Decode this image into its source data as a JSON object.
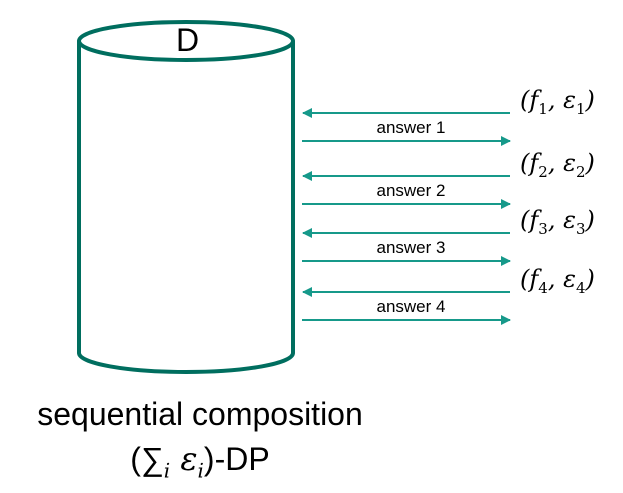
{
  "database_label": "D",
  "colors": {
    "cylinder": "#006e5f",
    "arrow": "#16998a"
  },
  "exchanges": [
    {
      "function": "f",
      "index": "1",
      "epsilon": "ε",
      "answer": "answer 1"
    },
    {
      "function": "f",
      "index": "2",
      "epsilon": "ε",
      "answer": "answer 2"
    },
    {
      "function": "f",
      "index": "3",
      "epsilon": "ε",
      "answer": "answer 3"
    },
    {
      "function": "f",
      "index": "4",
      "epsilon": "ε",
      "answer": "answer 4"
    }
  ],
  "caption": {
    "line1": "sequential composition",
    "line2_sum": "(∑",
    "line2_sub": "i",
    "line2_eps": " ε",
    "line2_sub2": "i",
    "line2_tail": ")-DP"
  }
}
